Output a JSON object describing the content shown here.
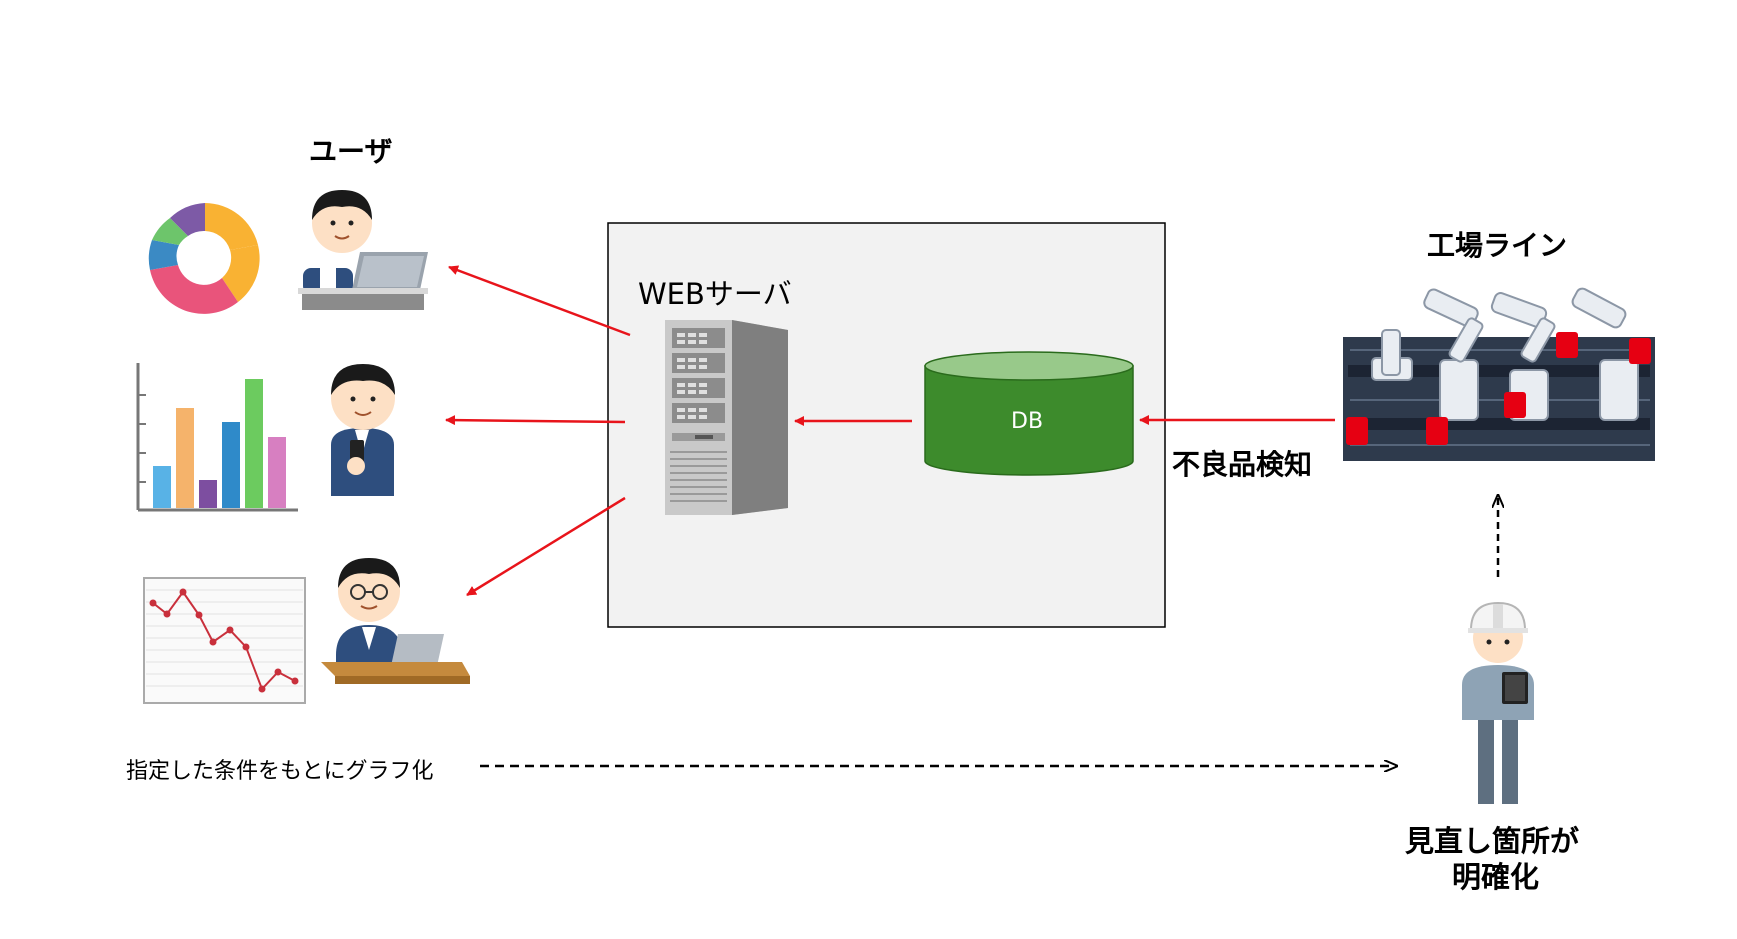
{
  "labels": {
    "users": "ユーザ",
    "web_server": "WEBサーバ",
    "db": "DB",
    "factory_line": "工場ライン",
    "defect_detection": "不良品検知",
    "graph_caption": "指定した条件をもとにグラフ化",
    "review_line1": "見直し箇所が",
    "review_line2": "明確化"
  },
  "colors": {
    "arrow_red": "#e8141b",
    "db_fill": "#3d8b2c",
    "server_box_fill": "#f2f2f2"
  },
  "icons": [
    "donut-chart-icon",
    "bar-chart-icon",
    "line-chart-icon",
    "user-laptop-icon",
    "user-phone-icon",
    "user-desk-icon",
    "server-tower-icon",
    "database-icon",
    "factory-robot-line-icon",
    "inspector-worker-icon"
  ]
}
